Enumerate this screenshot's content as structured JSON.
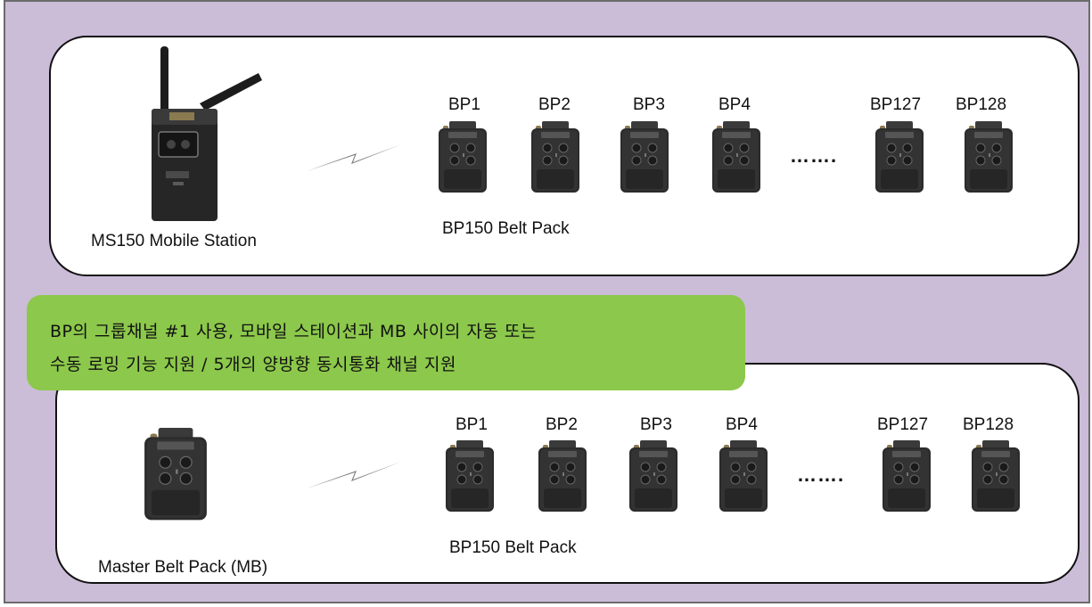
{
  "top_panel": {
    "station_label": "MS150 Mobile Station",
    "beltpack_group_label": "BP150 Belt Pack",
    "packs": [
      "BP1",
      "BP2",
      "BP3",
      "BP4",
      "BP127",
      "BP128"
    ],
    "ellipsis": "……."
  },
  "callout": {
    "line1": "BP의 그룹채널 #1 사용, 모바일 스테이션과 MB 사이의 자동 또는",
    "line2": "수동 로밍 기능 지원 / 5개의 양방향 동시통화 채널 지원"
  },
  "bottom_panel": {
    "master_label": "Master Belt Pack (MB)",
    "beltpack_group_label": "BP150 Belt Pack",
    "packs": [
      "BP1",
      "BP2",
      "BP3",
      "BP4",
      "BP127",
      "BP128"
    ],
    "ellipsis": "……."
  },
  "colors": {
    "background": "#cbbcd8",
    "callout": "#8cc84b",
    "device": "#2a2a2a",
    "link": "#7f7f7f"
  },
  "icons": [
    "mobile-station-icon",
    "belt-pack-icon",
    "wireless-link-icon"
  ]
}
